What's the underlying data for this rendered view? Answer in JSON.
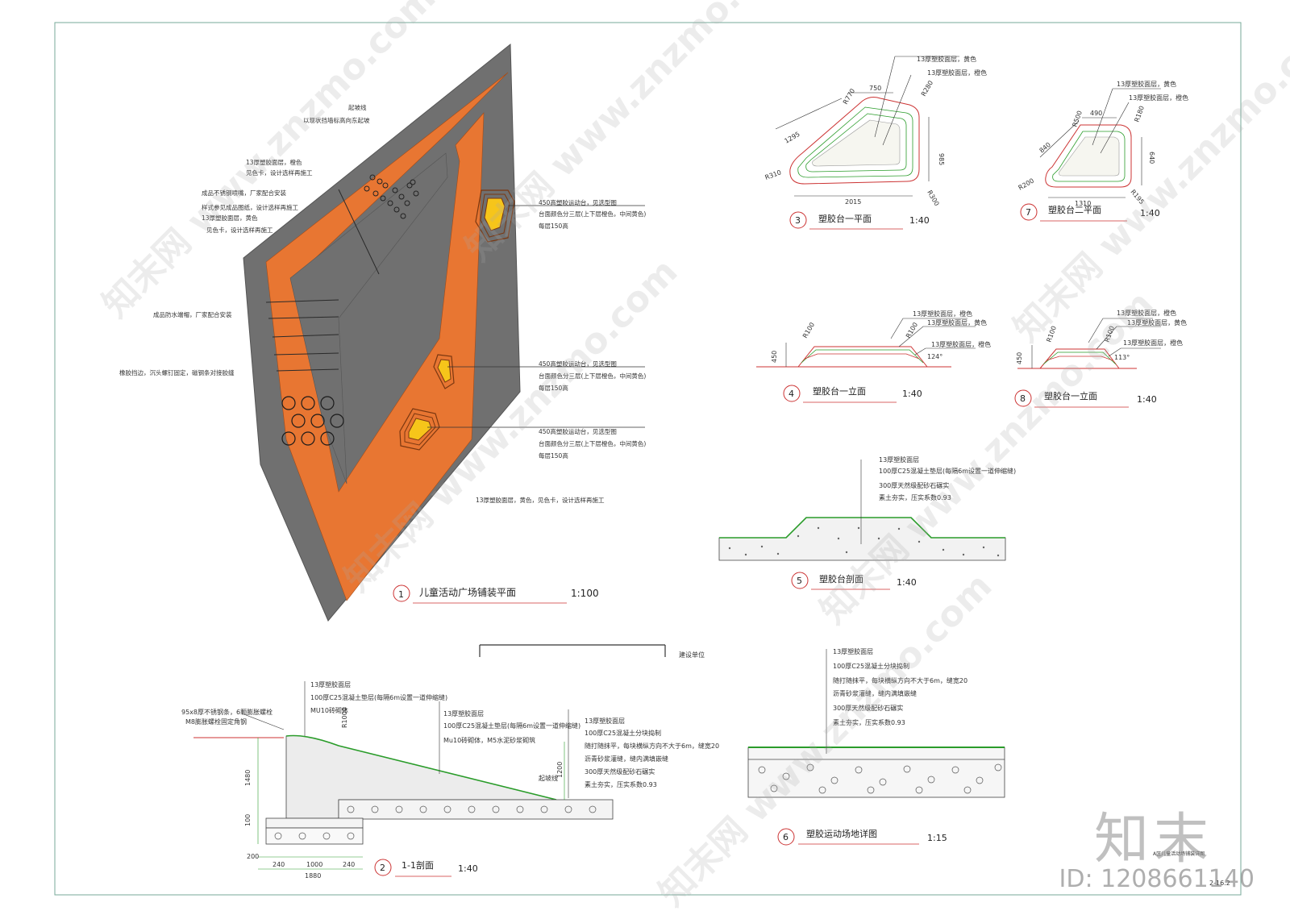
{
  "plan": {
    "notes": {
      "boundary_1": "起坡线",
      "boundary_2": "以现状挡墙标高向东起坡",
      "rubber_orange_1": "13厚塑胶面层，橙色",
      "rubber_orange_2": "见色卡，设计选样再施工",
      "equipment_1": "成品不锈钢喷嘴，厂家配合安装",
      "equipment_2": "样式参见成品图纸，设计选样再施工",
      "rubber_yellow_1": "13厚塑胶面层，黄色",
      "rubber_yellow_2": "见色卡，设计选样再施工",
      "drain": "成品防水端帽，厂家配合安装",
      "edge": "橡胶挡边，沉头螺钉固定，磁钢条对接胶缝",
      "mound_a_1": "450高塑胶运动台，见选型图",
      "mound_a_2": "台面颜色分三层(上下层橙色，中间黄色)",
      "mound_a_3": "每层150高",
      "mound_b_1": "450高塑胶运动台，见选型图",
      "mound_b_2": "台面颜色分三层(上下层橙色，中间黄色)",
      "mound_b_3": "每层150高",
      "mound_c_1": "450高塑胶运动台，见选型图",
      "mound_c_2": "台面颜色分三层(上下层橙色，中间黄色)",
      "mound_c_3": "每层150高",
      "bottom": "13厚塑胶面层，黄色，见色卡，设计选样再施工"
    },
    "title": {
      "num": "1",
      "name": "儿童活动广场铺装平面",
      "scale": "1:100"
    }
  },
  "detail3": {
    "notes": {
      "l1": "13厚塑胶面层，黄色",
      "l2": "13厚塑胶面层，橙色"
    },
    "dims": {
      "d750": "750",
      "d1295": "1295",
      "r770": "R770",
      "r280": "R280",
      "d985": "985",
      "r310": "R310",
      "r300": "R300",
      "d2015": "2015"
    },
    "title": {
      "num": "3",
      "name": "塑胶台一平面",
      "scale": "1:40"
    }
  },
  "detail7": {
    "notes": {
      "l1": "13厚塑胶面层，黄色",
      "l2": "13厚塑胶面层，橙色"
    },
    "dims": {
      "d490": "490",
      "d840": "840",
      "r500": "R500",
      "r180": "R180",
      "d640": "640",
      "r200": "R200",
      "r195": "R195",
      "d1310": "1310"
    },
    "title": {
      "num": "7",
      "name": "塑胶台二平面",
      "scale": "1:40"
    }
  },
  "detail4": {
    "notes": {
      "l1": "13厚塑胶面层，橙色",
      "l2": "13厚塑胶面层，黄色",
      "l3": "13厚塑胶面层，橙色"
    },
    "dims": {
      "h450": "450",
      "r100a": "R100",
      "r100b": "R100",
      "ang": "124°"
    },
    "title": {
      "num": "4",
      "name": "塑胶台一立面",
      "scale": "1:40"
    }
  },
  "detail8": {
    "notes": {
      "l1": "13厚塑胶面层，橙色",
      "l2": "13厚塑胶面层，黄色",
      "l3": "13厚塑胶面层，橙色"
    },
    "dims": {
      "h450": "450",
      "r100a": "R100",
      "r100b": "R100",
      "ang": "113°"
    },
    "title": {
      "num": "8",
      "name": "塑胶台一立面",
      "scale": "1:40"
    }
  },
  "detail5": {
    "notes": {
      "l1": "13厚塑胶面层",
      "l2": "100厚C25混凝土垫层(每隔6m设置一道伸缩缝)",
      "l3": "300厚天然级配砂石碾实",
      "l4": "素土夯实，压实系数0.93"
    },
    "title": {
      "num": "5",
      "name": "塑胶台剖面",
      "scale": "1:40"
    }
  },
  "detail6": {
    "notes": {
      "l1": "13厚塑胶面层",
      "l2": "100厚C25混凝土分块捣制",
      "l3": "随打随抹平，每块横纵方向不大于6m，缝宽20",
      "l4": "沥青砂浆灌缝，缝内满填嵌缝",
      "l5": "300厚天然级配砂石碾实",
      "l6": "素土夯实，压实系数0.93"
    },
    "title": {
      "num": "6",
      "name": "塑胶运动场地详图",
      "scale": "1:15"
    }
  },
  "detail2": {
    "notes": {
      "a1": "95x8厚不锈钢条，6颗膨胀螺栓",
      "a2": "M8膨胀螺栓固定角钢",
      "b1": "13厚塑胶面层",
      "b2": "100厚C25混凝土垫层(每隔6m设置一道伸缩缝)",
      "b3": "MU10砖砌体",
      "c1": "13厚塑胶面层",
      "c2": "100厚C25混凝土垫层(每隔6m设置一道伸缩缝)",
      "c3": "Mu10砖砌体，M5水泥砂浆砌筑",
      "d1": "13厚塑胶面层",
      "d2": "100厚C25混凝土分块捣制",
      "d3": "随打随抹平，每块横纵方向不大于6m，缝宽20",
      "d4": "沥青砂浆灌缝，缝内满填嵌缝",
      "d5": "300厚天然级配砂石碾实",
      "d6": "素土夯实，压实系数0.93",
      "slope": "起坡线",
      "bracket": "建设单位"
    },
    "dims": {
      "r1000": "R1000",
      "h1480": "1480",
      "h1200": "1200",
      "h100": "100",
      "w240a": "240",
      "w1000": "1000",
      "w240b": "240",
      "w1880": "1880",
      "w200": "200"
    },
    "title": {
      "num": "2",
      "name": "1-1剖面",
      "scale": "1:40"
    }
  },
  "sheet_label": "A区儿童活动场铺装详图",
  "sheet_number": "2-16.2",
  "watermark": {
    "site": "www.znzmo.com",
    "cn": "知末网",
    "brand": "知末",
    "id": "ID: 1208661140"
  },
  "colors": {
    "orange": "#e87632",
    "gray": "#707070",
    "yellow": "#f6c51a",
    "line": "#333333",
    "green": "#2a9c2a"
  }
}
